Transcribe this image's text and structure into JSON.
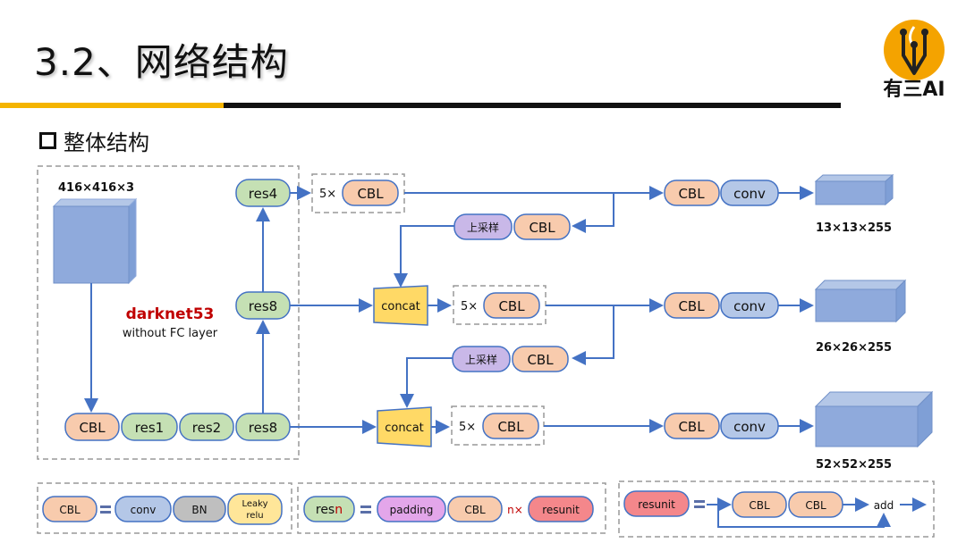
{
  "header": {
    "title": "3.2、网络结构",
    "subtitle": "整体结构",
    "logo_text": "有三AI"
  },
  "backbone": {
    "input_size": "416×416×3",
    "name": "darknet53",
    "note": "without FC layer",
    "modules": [
      "CBL",
      "res1",
      "res2",
      "res8",
      "res8",
      "res4"
    ]
  },
  "labels": {
    "cbl": "CBL",
    "conv": "conv",
    "concat": "concat",
    "five_x": "5×",
    "upsample": "上采样"
  },
  "outputs": [
    "13×13×255",
    "26×26×255",
    "52×52×255"
  ],
  "legend": {
    "cbl": {
      "name": "CBL",
      "parts": [
        "conv",
        "BN",
        "Leaky",
        "relu"
      ]
    },
    "resn": {
      "name_prefix": "res",
      "name_n": "n",
      "parts": [
        "padding",
        "CBL"
      ],
      "repeat": "n×",
      "unit": "resunit"
    },
    "resunit": {
      "name": "resunit",
      "parts": [
        "CBL",
        "CBL"
      ],
      "add": "add"
    }
  },
  "colors": {
    "cbl": "#f8cbad",
    "res": "#c5e0b4",
    "conv": "#b4c7e7",
    "bn": "#bfbfbf",
    "leaky": "#ffe699",
    "concat": "#ffd966",
    "upsample": "#c9b8e8",
    "padding": "#e3a6ea",
    "resunit": "#f4878b",
    "cube": "#8faadc",
    "arrow": "#4472c4",
    "accent": "#c00000"
  }
}
